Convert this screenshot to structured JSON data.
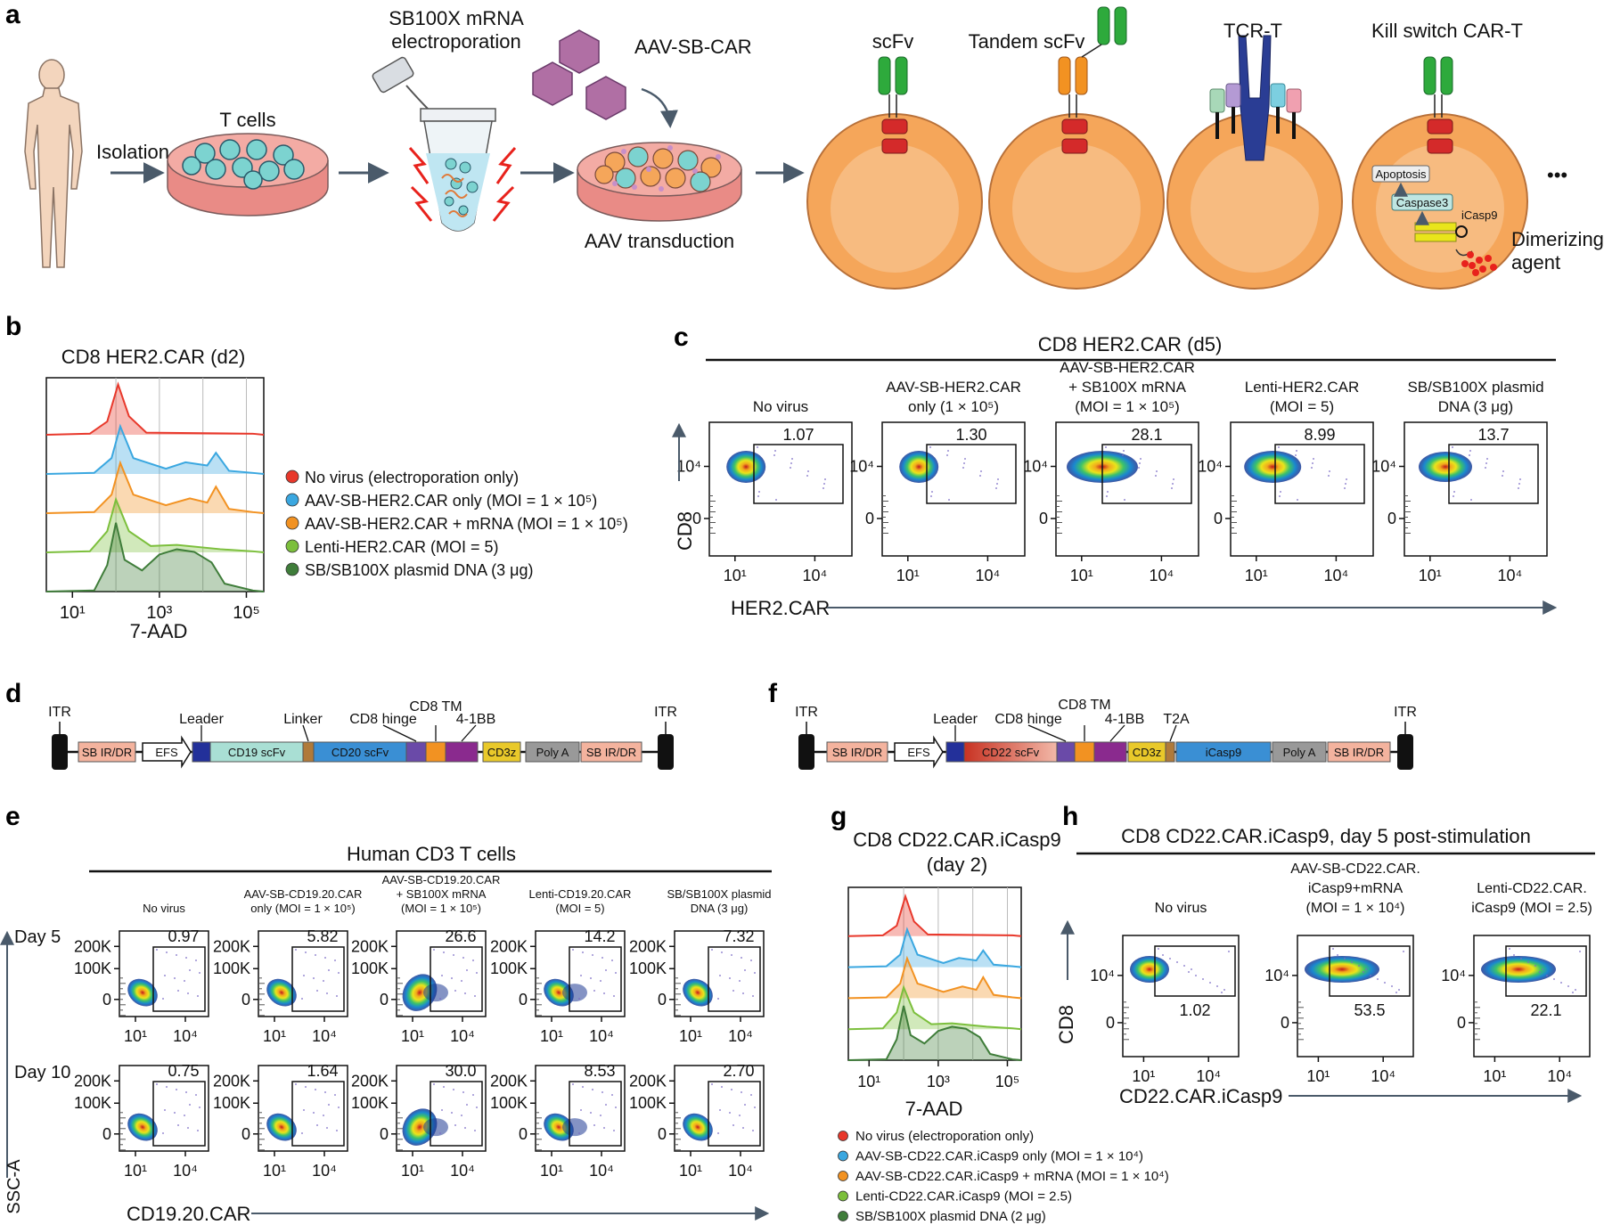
{
  "colors": {
    "red": "#e8382b",
    "blue": "#3aa7e0",
    "orange": "#f29222",
    "lightgreen": "#7cbf3c",
    "darkgreen": "#3f7d3a",
    "cell": "#f5a65a",
    "cell_inner": "#f7bb80",
    "dish": "#e87c7a",
    "arrow": "#4a5a6a"
  },
  "panel_a": {
    "label": "a",
    "isolation": "Isolation",
    "t_cells": "T cells",
    "sb_mrna_line1": "SB100X mRNA",
    "sb_mrna_line2": "electroporation",
    "aav_sb_car": "AAV-SB-CAR",
    "aav_transduction": "AAV transduction",
    "cell_types": [
      "scFv",
      "Tandem scFv",
      "TCR-T",
      "Kill switch CAR-T"
    ],
    "apoptosis": "Apoptosis",
    "caspase3": "Caspase3",
    "icasp9": "iCasp9",
    "dimerizing_line1": "Dimerizing",
    "dimerizing_line2": "agent",
    "ellipsis": "•••"
  },
  "panel_b": {
    "label": "b",
    "title": "CD8 HER2.CAR (d2)",
    "xlabel": "7-AAD",
    "legend": [
      "No virus (electroporation only)",
      "AAV-SB-HER2.CAR only (MOI = 1 × 10⁵)",
      "AAV-SB-HER2.CAR + mRNA (MOI = 1 × 10⁵)",
      "Lenti-HER2.CAR (MOI = 5)",
      "SB/SB100X plasmid DNA (3 μg)"
    ]
  },
  "panel_c": {
    "label": "c",
    "title": "CD8 HER2.CAR (d5)",
    "ylabel": "CD8",
    "xlabel": "HER2.CAR",
    "columns": [
      {
        "l1": "",
        "l2": "",
        "l3": "No virus",
        "gate": "1.07"
      },
      {
        "l1": "",
        "l2": "AAV-SB-HER2.CAR",
        "l3": "only (1 × 10⁵)",
        "gate": "1.30"
      },
      {
        "l1": "AAV-SB-HER2.CAR",
        "l2": "+ SB100X mRNA",
        "l3": "(MOI = 1 × 10⁵)",
        "gate": "28.1"
      },
      {
        "l1": "",
        "l2": "Lenti-HER2.CAR",
        "l3": "(MOI = 5)",
        "gate": "8.99"
      },
      {
        "l1": "",
        "l2": "SB/SB100X plasmid",
        "l3": "DNA (3 μg)",
        "gate": "13.7"
      }
    ]
  },
  "panel_d": {
    "label": "d",
    "itr": "ITR",
    "above": [
      "Leader",
      "Linker",
      "CD8 hinge",
      "CD8 TM",
      "4-1BB"
    ],
    "segments": [
      "SB IR/DR",
      "EFS",
      "CD19 scFv",
      "CD20 scFv",
      "CD3z",
      "Poly A",
      "SB IR/DR"
    ]
  },
  "panel_f": {
    "label": "f",
    "itr": "ITR",
    "above": [
      "Leader",
      "CD8 hinge",
      "CD8 TM",
      "4-1BB",
      "T2A"
    ],
    "segments": [
      "SB IR/DR",
      "EFS",
      "CD22 scFv",
      "CD3z",
      "iCasp9",
      "Poly A",
      "SB IR/DR"
    ]
  },
  "panel_e": {
    "label": "e",
    "title": "Human CD3 T cells",
    "ylabel": "SSC-A",
    "xlabel": "CD19.20.CAR",
    "rows": [
      "Day 5",
      "Day 10"
    ],
    "columns": [
      {
        "l1": "",
        "l2": "No virus"
      },
      {
        "l1": "AAV-SB-CD19.20.CAR",
        "l2": "only (MOI = 1 × 10⁵)"
      },
      {
        "l0": "AAV-SB-CD19.20.CAR",
        "l1": "+ SB100X mRNA",
        "l2": "(MOI = 1 × 10⁵)"
      },
      {
        "l1": "Lenti-CD19.20.CAR",
        "l2": "(MOI = 5)"
      },
      {
        "l1": "SB/SB100X plasmid",
        "l2": "DNA (3 μg)"
      }
    ],
    "gates_day5": [
      "0.97",
      "5.82",
      "26.6",
      "14.2",
      "7.32"
    ],
    "gates_day10": [
      "0.75",
      "1.64",
      "30.0",
      "8.53",
      "2.70"
    ]
  },
  "panel_g": {
    "label": "g",
    "title_line1": "CD8 CD22.CAR.iCasp9",
    "title_line2": "(day 2)",
    "xlabel": "7-AAD",
    "legend": [
      "No virus (electroporation only)",
      "AAV-SB-CD22.CAR.iCasp9 only (MOI = 1 × 10⁴)",
      "AAV-SB-CD22.CAR.iCasp9 + mRNA (MOI = 1 × 10⁴)",
      "Lenti-CD22.CAR.iCasp9 (MOI = 2.5)",
      "SB/SB100X plasmid DNA (2 μg)"
    ]
  },
  "panel_h": {
    "label": "h",
    "title": "CD8 CD22.CAR.iCasp9, day 5 post-stimulation",
    "ylabel": "CD8",
    "xlabel": "CD22.CAR.iCasp9",
    "columns": [
      {
        "l1": "",
        "l2": "",
        "l3": "No virus",
        "gate": "1.02"
      },
      {
        "l1": "AAV-SB-CD22.CAR.",
        "l2": "iCasp9+mRNA",
        "l3": "(MOI = 1 × 10⁴)",
        "gate": "53.5"
      },
      {
        "l1": "",
        "l2": "Lenti-CD22.CAR.",
        "l3": "iCasp9 (MOI = 2.5)",
        "gate": "22.1"
      }
    ]
  },
  "axis_ticks": {
    "hist_x": [
      "10¹",
      "10³",
      "10⁵"
    ],
    "flow_x": [
      "10¹",
      "10⁴"
    ],
    "cd8_y": [
      "10⁴",
      "0"
    ],
    "ssc_y": [
      "200K",
      "100K",
      "0"
    ]
  }
}
